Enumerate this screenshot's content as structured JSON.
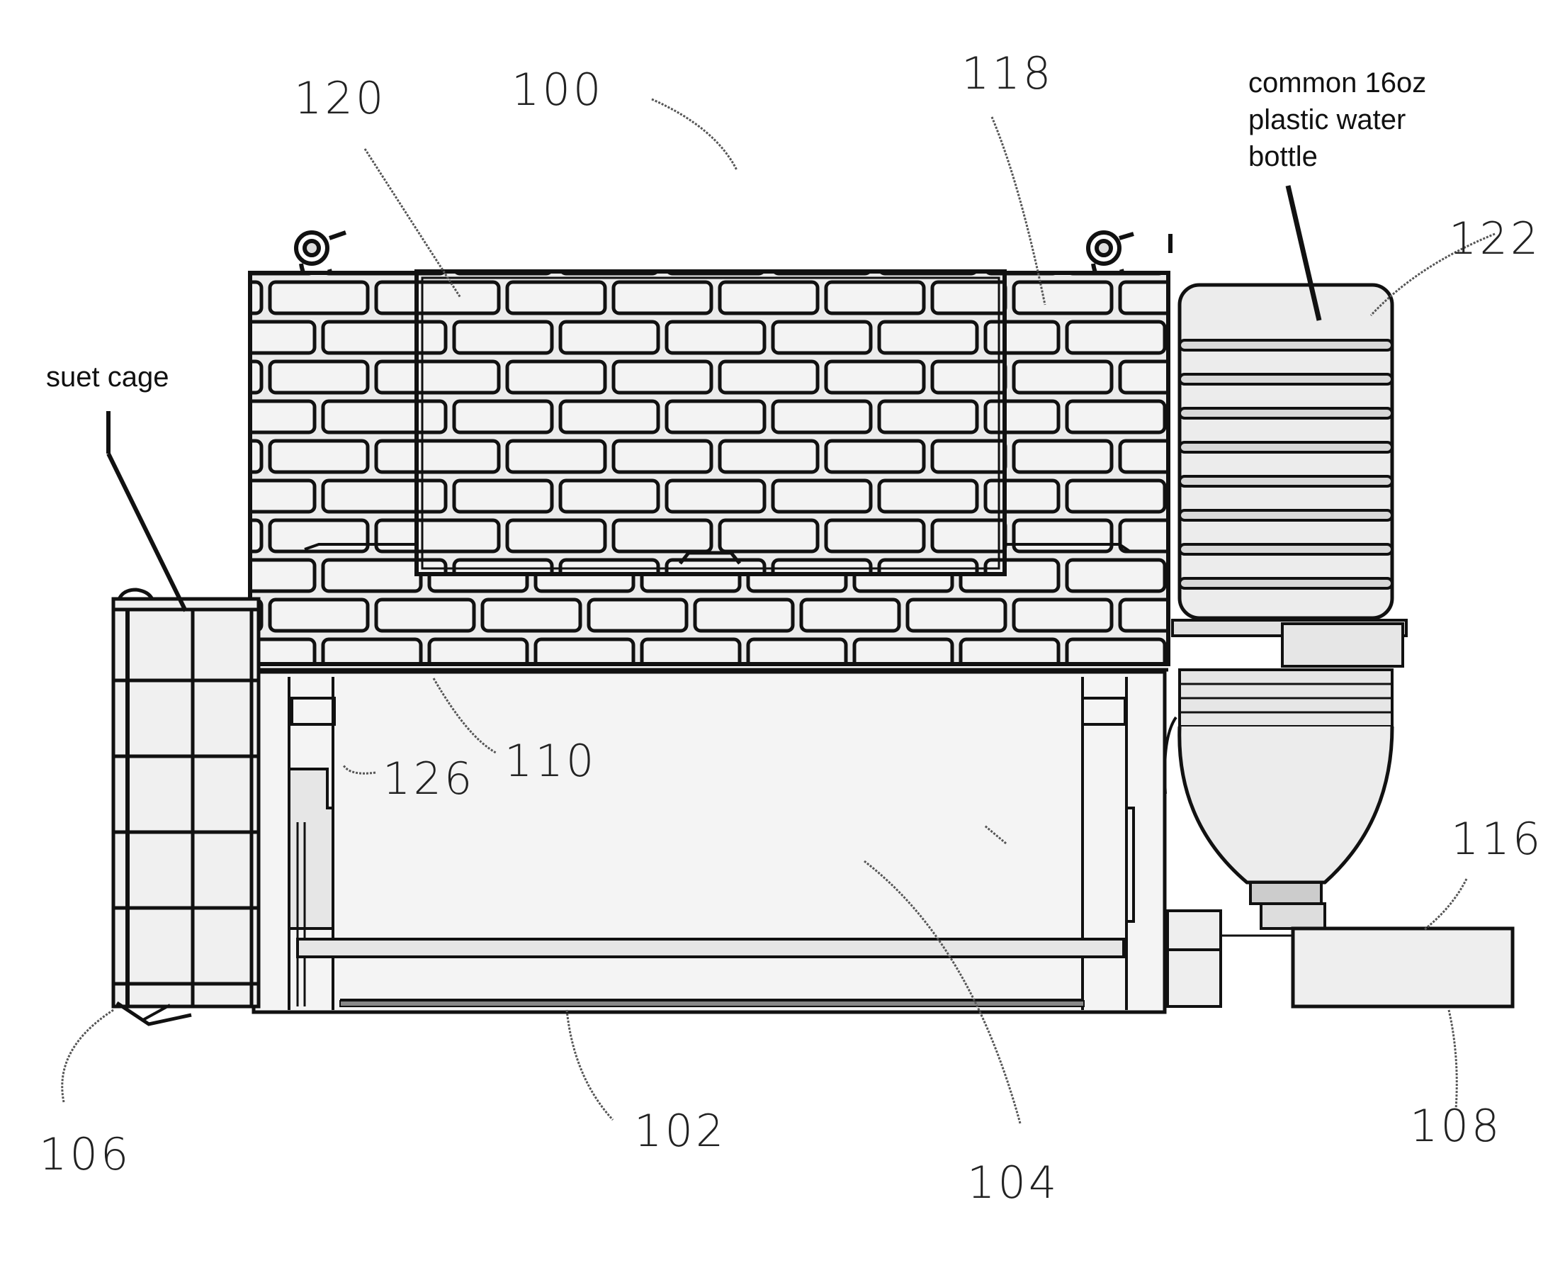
{
  "annotations": {
    "suet_cage": "suet cage",
    "water_bottle": [
      "common 16oz",
      "plastic water",
      "bottle"
    ]
  },
  "reference_numerals": {
    "r100": "100",
    "r102": "102",
    "r104": "104",
    "r106": "106",
    "r108": "108",
    "r110": "110",
    "r116": "116",
    "r118": "118",
    "r120": "120",
    "r122": "122",
    "r126": "126"
  },
  "colors": {
    "line": "#1a1a1a",
    "fill": "#ebebeb",
    "background": "#ffffff"
  }
}
